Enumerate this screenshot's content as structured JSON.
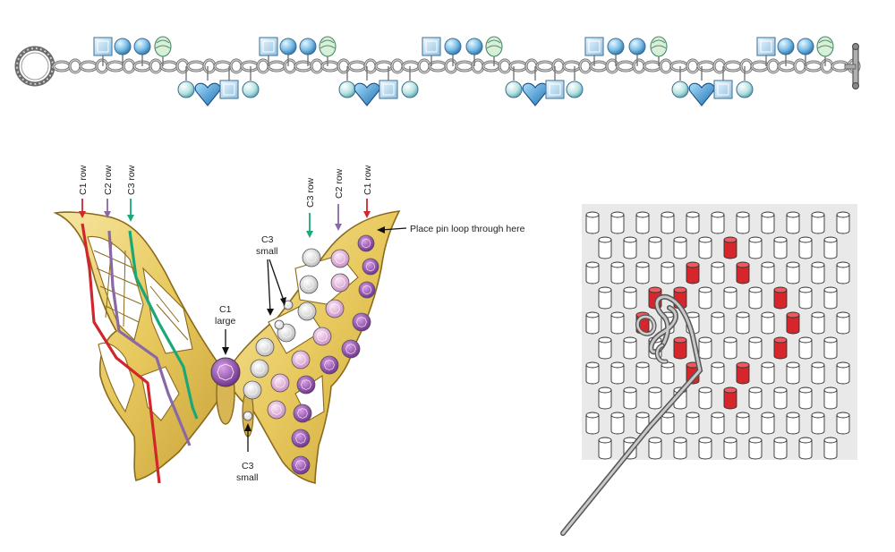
{
  "colors": {
    "c1": "#d0262c",
    "c2": "#8a68a6",
    "c3": "#1aa878",
    "gold": "#e6cc6a",
    "crystal_dark": "#8a3d9c",
    "crystal_pink": "#e6b8dc",
    "crystal_clear": "#f2f2f2",
    "peg_red": "#d6262c",
    "chain": "#8e8e8e",
    "bead_blue": "#5aa8d8",
    "bead_aqua": "#a8dcd8"
  },
  "labels": {
    "c1_row_left": "C1 row",
    "c2_row_left": "C2 row",
    "c3_row_left": "C3 row",
    "c3_row_right": "C3 row",
    "c2_row_right": "C2 row",
    "c1_row_right": "C1 row",
    "pin_loop": "Place pin loop through here",
    "c3_small_top_1": "C3",
    "c3_small_top_2": "small",
    "c1_large_1": "C1",
    "c1_large_2": "large",
    "c3_small_bottom_1": "C3",
    "c3_small_bottom_2": "small"
  }
}
